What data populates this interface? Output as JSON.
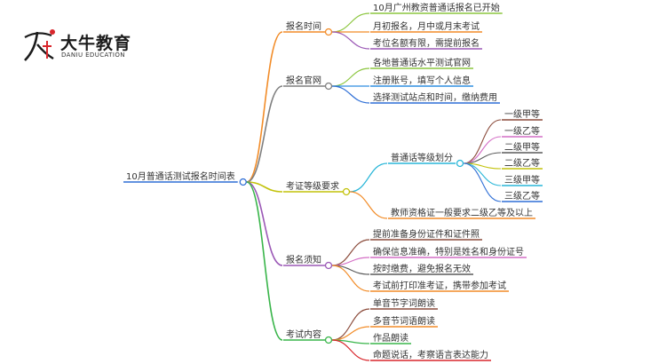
{
  "logo": {
    "mark_text": "大牛",
    "name": "大牛教育",
    "subtitle": "DANIU EDUCATION",
    "accent_color": "#d9262c"
  },
  "root": {
    "label": "10月普通话测试报名时间表",
    "color": "#2f6fd6"
  },
  "branches": [
    {
      "label": "报名时间",
      "color": "#f28c28",
      "children": [
        {
          "label": "10月广州教资普通话报名已开始",
          "color": "#8cc63f"
        },
        {
          "label": "月初报名，月中或月末考试",
          "color": "#f28c28"
        },
        {
          "label": "考位名额有限，需提前报名",
          "color": "#9b59b6"
        }
      ]
    },
    {
      "label": "报名官网",
      "color": "#7f7f7f",
      "children": [
        {
          "label": "各地普通话水平测试官网",
          "color": "#8cc63f"
        },
        {
          "label": "注册账号，填写个人信息",
          "color": "#2f8ee0"
        },
        {
          "label": "选择测试站点和时间，缴纳费用",
          "color": "#2f6fd6"
        }
      ]
    },
    {
      "label": "考证等级要求",
      "color": "#c2c20a",
      "children": [
        {
          "label": "普通话等级划分",
          "color": "#29b6d8",
          "children": [
            {
              "label": "一级甲等",
              "color": "#8b4b3b"
            },
            {
              "label": "一级乙等",
              "color": "#d46ec5"
            },
            {
              "label": "二级甲等",
              "color": "#5a5a5a"
            },
            {
              "label": "二级乙等",
              "color": "#c2c20a"
            },
            {
              "label": "三级甲等",
              "color": "#29b6d8"
            },
            {
              "label": "三级乙等",
              "color": "#2f6fd6"
            }
          ]
        },
        {
          "label": "教师资格证一般要求二级乙等及以上",
          "color": "#f28c28"
        }
      ]
    },
    {
      "label": "报名须知",
      "color": "#9b59b6",
      "children": [
        {
          "label": "提前准备身份证件和证件照",
          "color": "#8b4b3b"
        },
        {
          "label": "确保信息准确，特别是姓名和身份证号",
          "color": "#d46ec5"
        },
        {
          "label": "按时缴费，避免报名无效",
          "color": "#5a5a5a"
        },
        {
          "label": "考试前打印准考证，携带参加考试",
          "color": "#f28c28"
        }
      ]
    },
    {
      "label": "考试内容",
      "color": "#39b54a",
      "children": [
        {
          "label": "单音节字词朗读",
          "color": "#8b4b3b"
        },
        {
          "label": "多音节词语朗读",
          "color": "#f28c28"
        },
        {
          "label": "作品朗读",
          "color": "#39b54a"
        },
        {
          "label": "命题说话，考察语言表达能力",
          "color": "#d9262c"
        }
      ]
    }
  ]
}
